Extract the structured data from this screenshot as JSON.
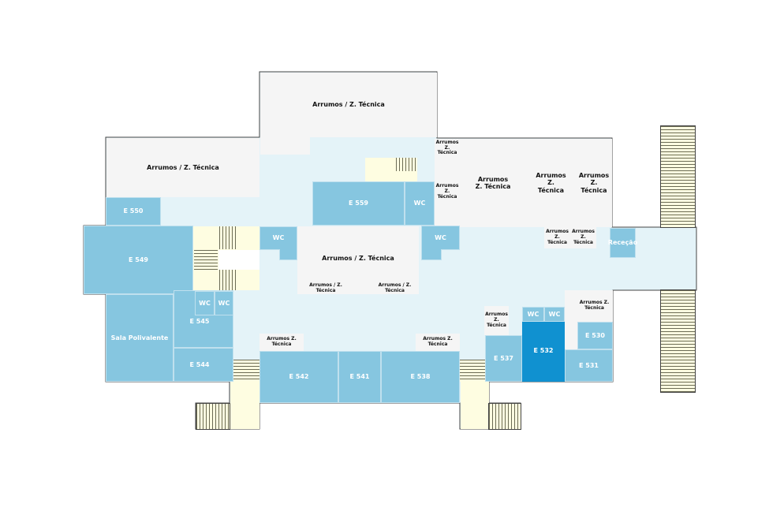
{
  "rooms": {
    "arrumos_top": "Arrumos / Z. Técnica",
    "arrumos_left": "Arrumos / Z. Técnica",
    "arrumos_small1": "Arrumos Z. Técnica",
    "arrumos_small2": "Arrumos Z. Técnica",
    "arrumos_a": "Arrumos Z. Técnica",
    "arrumos_b": "Arrumos Z. Técnica",
    "arrumos_c": "Arrumos Z. Técnica",
    "arrumos_mid": "Arrumos / Z. Técnica",
    "arrumos_mid_l": "Arrumos / Z. Técnica",
    "arrumos_mid_r": "Arrumos / Z. Técnica",
    "arrumos_r1": "Arrumos Z. Técnica",
    "arrumos_r2": "Arrumos Z. Técnica",
    "arrumos_bl": "Arrumos Z. Técnica",
    "arrumos_bm": "Arrumos Z. Técnica",
    "arrumos_537": "Arrumos Z. Técnica",
    "arrumos_530": "Arrumos Z. Técnica",
    "e550": "E 550",
    "e549": "E 549",
    "e559": "E 559",
    "sala": "Sala Polivalente",
    "e545": "E 545",
    "e544": "E 544",
    "e542": "E 542",
    "e541": "E 541",
    "e538": "E 538",
    "e537": "E 537",
    "e532": "E 532",
    "e530": "E 530",
    "e531": "E 531",
    "rececao": "Receção",
    "wc": "WC"
  },
  "colors": {
    "room": "#86c6e0",
    "selected": "#1091d0",
    "corridor": "#e4f3f8",
    "storage": "#f5f5f5",
    "stairs": "#fefde1"
  }
}
